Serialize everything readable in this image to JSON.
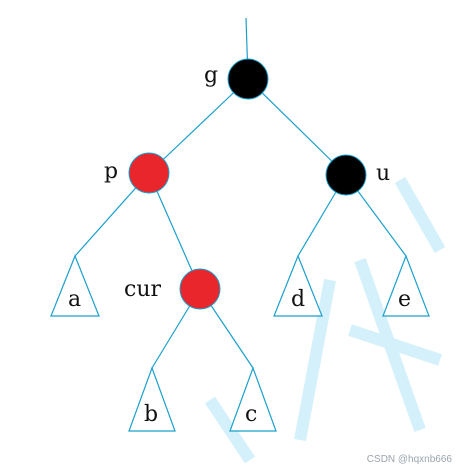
{
  "tree": {
    "nodes": {
      "g": {
        "label": "g",
        "color": "#000000"
      },
      "p": {
        "label": "p",
        "color": "#e8262b"
      },
      "u": {
        "label": "u",
        "color": "#000000"
      },
      "cur": {
        "label": "cur",
        "color": "#e8262b"
      }
    },
    "subtrees": {
      "a": {
        "label": "a"
      },
      "b": {
        "label": "b"
      },
      "c": {
        "label": "c"
      },
      "d": {
        "label": "d"
      },
      "e": {
        "label": "e"
      }
    },
    "edges": [
      [
        "root",
        "g"
      ],
      [
        "g",
        "p"
      ],
      [
        "g",
        "u"
      ],
      [
        "p",
        "a"
      ],
      [
        "p",
        "cur"
      ],
      [
        "u",
        "d"
      ],
      [
        "u",
        "e"
      ],
      [
        "cur",
        "b"
      ],
      [
        "cur",
        "c"
      ]
    ]
  },
  "colors": {
    "edge": "#1aa0cc",
    "label": "#111111",
    "watermark_bg": "#d3f0fb"
  },
  "watermark": "CSDN @hqxnb666"
}
